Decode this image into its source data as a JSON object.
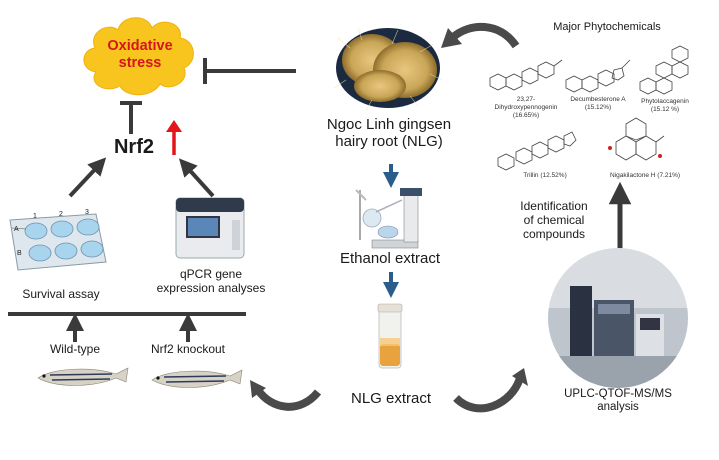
{
  "oxidative_stress": "Oxidative stress",
  "nrf2": "Nrf2",
  "nlg_label_line1": "Ngoc Linh gingsen",
  "nlg_label_line2": "hairy root (NLG)",
  "ethanol_extract": "Ethanol extract",
  "nlg_extract": "NLG extract",
  "major_phytochemicals": "Major Phytochemicals",
  "compounds": [
    {
      "name": "23,27-Dihydroxypennogenin",
      "pct": "(16.65%)"
    },
    {
      "name": "Decumbesterone A",
      "pct": "(15.12%)"
    },
    {
      "name": "Phytolaccagenin",
      "pct": "(15.12 %)"
    },
    {
      "name": "Trillin (12.52%)",
      "pct": ""
    },
    {
      "name": "Nigakilactone H (7.21%)",
      "pct": ""
    }
  ],
  "identification_line1": "Identification",
  "identification_line2": "of chemical",
  "identification_line3": "compounds",
  "uplc_line1": "UPLC-QTOF-MS/MS",
  "uplc_line2": "analysis",
  "survival_assay": "Survival assay",
  "qpcr_line1": "qPCR gene",
  "qpcr_line2": "expression analyses",
  "wild_type": "Wild-type",
  "nrf2_knockout": "Nrf2 knockout",
  "plate_labels": [
    "1",
    "2",
    "3",
    "A",
    "B"
  ],
  "colors": {
    "cloud": "#f7c51e",
    "cloud_text": "#d6141d",
    "arrow": "#3a3a3a",
    "blue_arrow": "#2a5d8c",
    "red_arrow": "#e4141b"
  }
}
